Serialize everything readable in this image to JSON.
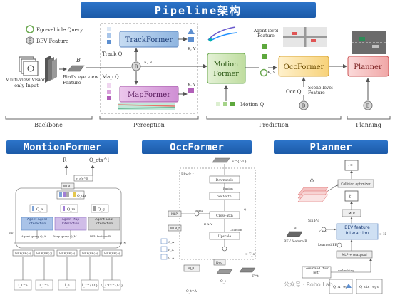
{
  "banners": {
    "main": "Pipeline架构",
    "motionformer": "MontionFormer",
    "occformer": "OccFormer",
    "planner": "Planner"
  },
  "legend": {
    "ego_query": "Ego-vehicle Query",
    "bev_feature": "BEV Feature",
    "bev_symbol": "B"
  },
  "pipeline": {
    "input": "Multi-view Vision-only Input",
    "bev": "Bird's eye view Feature",
    "bev_letter": "B",
    "trackformer": "TrackFormer",
    "mapformer": "MapFormer",
    "track_q": "Track Q",
    "map_q": "Map Q",
    "kv": "K, V",
    "motion_former_l1": "Motion",
    "motion_former_l2": "Former",
    "motion_q": "Motion Q",
    "agent_level": "Agent-level Feature",
    "occformer": "OccFormer",
    "occ_q": "Occ Q",
    "scene_level": "Scene-level Feature",
    "planner": "Planner",
    "stages": {
      "backbone": "Backbone",
      "perception": "Perception",
      "prediction": "Prediction",
      "planning": "Planning"
    }
  },
  "motionformer": {
    "r_hat": "R̂",
    "q_ctx_out": "Q_ctx^l",
    "sigma": "σ, ε(x^l)",
    "q_ctx_in": "Q_ctx",
    "mlp": "MLP",
    "q_a": "Q_a",
    "q_m": "Q_m",
    "q_g": "Q_g",
    "aa": "Agent-Agent Interaction",
    "am": "Agent-Map Interaction",
    "ag": "Agent-Goal Interaction",
    "agent_query": "Agent query Q_A",
    "map_query": "Map query Q_M",
    "bev_feature": "BEV feature B",
    "xn": "× N",
    "pe": "PE",
    "mlp_pe": [
      "MLP(PE(·))",
      "MLP(PE(·))",
      "MLP(PE(·))",
      "MLP(PE(·))",
      "MLP(PE(·))"
    ],
    "inputs": [
      "I_T^a",
      "I_T^a",
      "Î_0",
      "Î_T^{l-1}",
      "Q_CTX^{l-1}"
    ]
  },
  "occformer": {
    "block": "Block t",
    "f_prev": "F^{t-1}",
    "downscale": "Downscale",
    "fusion": "Fusion",
    "self_attn": "Self-attn",
    "mask": "Mask",
    "cross_attn": "Cross-attn",
    "kv": "K & V",
    "q": "Q",
    "upscale": "Upscale",
    "collision": "Collision",
    "tn": "× T_o",
    "mlp": "MLP",
    "mlp_t": "MLP_t",
    "dec": "Dec",
    "inputs": [
      "Q_A",
      "P_A",
      "Q_X"
    ],
    "ft": "F^t",
    "ot": "Ô_t",
    "o_hat": "Ô_t^A"
  },
  "planner": {
    "tau_star": "τ*",
    "collision_opt": "Collision optimizer",
    "o_hat": "Ô",
    "tau_hat": "τ̂",
    "mlp": "MLP",
    "sin_pe": "Sin PE",
    "kv": "K & V",
    "bev_interact": "BEV feature Interaction",
    "xn": "× N",
    "bev_label": "BEV feature B",
    "b": "B",
    "learned_pe": "Learned PE",
    "maxpool": "MLP + maxpool",
    "command": "Command \"turn left\"",
    "embedding": "embedding",
    "q_ego_a": "Q_A^ego",
    "q_ego_ctx": "Q_ctx^ego"
  },
  "watermark": "公众号 · Robo Lab"
}
